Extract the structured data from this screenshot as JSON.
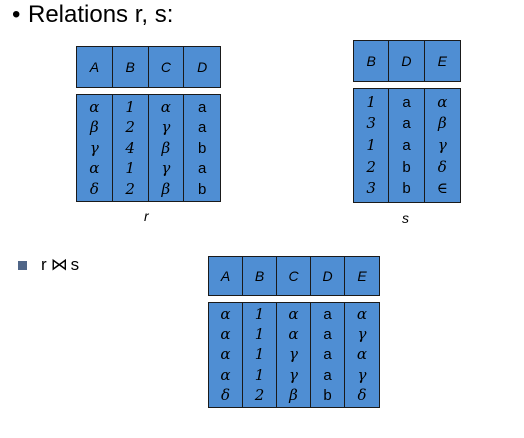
{
  "slide": {
    "title": "Relations r, s:",
    "join_left": "r",
    "join_symbol": "⋈",
    "join_right": "s"
  },
  "r": {
    "caption": "r",
    "headers": [
      "A",
      "B",
      "C",
      "D"
    ],
    "rows": [
      [
        "α",
        "1",
        "α",
        "a"
      ],
      [
        "β",
        "2",
        "γ",
        "a"
      ],
      [
        "γ",
        "4",
        "β",
        "b"
      ],
      [
        "α",
        "1",
        "γ",
        "a"
      ],
      [
        "δ",
        "2",
        "β",
        "b"
      ]
    ]
  },
  "s": {
    "caption": "s",
    "headers": [
      "B",
      "D",
      "E"
    ],
    "rows": [
      [
        "1",
        "a",
        "α"
      ],
      [
        "3",
        "a",
        "β"
      ],
      [
        "1",
        "a",
        "γ"
      ],
      [
        "2",
        "b",
        "δ"
      ],
      [
        "3",
        "b",
        "∈"
      ]
    ]
  },
  "result": {
    "headers": [
      "A",
      "B",
      "C",
      "D",
      "E"
    ],
    "rows": [
      [
        "α",
        "1",
        "α",
        "a",
        "α"
      ],
      [
        "α",
        "1",
        "α",
        "a",
        "γ"
      ],
      [
        "α",
        "1",
        "γ",
        "a",
        "α"
      ],
      [
        "α",
        "1",
        "γ",
        "a",
        "γ"
      ],
      [
        "δ",
        "2",
        "β",
        "b",
        "δ"
      ]
    ]
  }
}
